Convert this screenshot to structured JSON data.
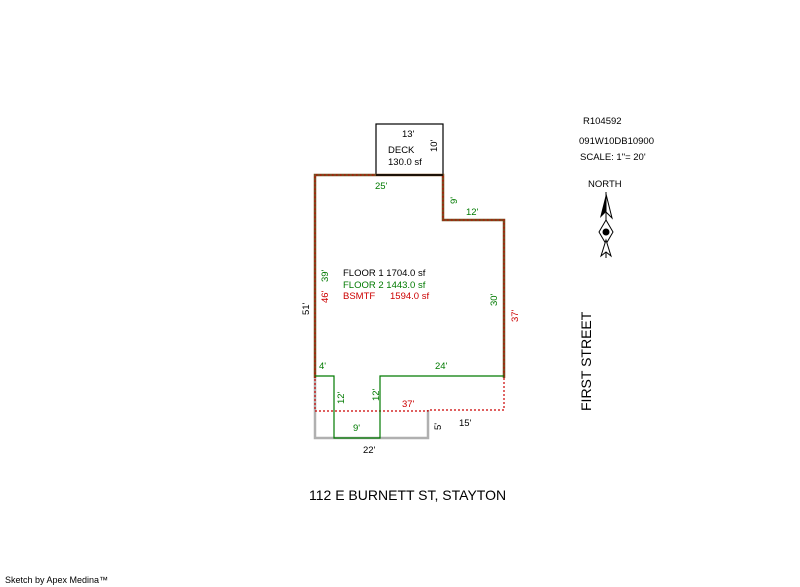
{
  "colors": {
    "floor1": "#000000",
    "floor2": "#007a00",
    "basement": "#cc0000",
    "outline_brown": "#7a4a1e",
    "gray": "#b0b0b0"
  },
  "info": {
    "parcel_id": "R104592",
    "map_code": "091W10DB10900",
    "scale": "SCALE: 1\"= 20'"
  },
  "north": {
    "label": "NORTH"
  },
  "street": {
    "label": "FIRST STREET"
  },
  "deck": {
    "name": "DECK",
    "area": "130.0 sf",
    "width": "13'",
    "depth": "10'"
  },
  "areas": {
    "floor1": "FLOOR 1 1704.0 sf",
    "floor2": "FLOOR 2 1443.0 sf",
    "bsmt_label": "BSMTF",
    "bsmt_area": "1594.0 sf"
  },
  "dims": {
    "top": "25'",
    "notch_v": "9'",
    "notch_h": "12'",
    "left_total": "51'",
    "left_green": "39'",
    "left_red": "46'",
    "right_green": "30'",
    "right_red": "37'",
    "green_4": "4'",
    "green_24": "24'",
    "green_12a": "12'",
    "green_12b": "12'",
    "green_9": "9'",
    "red_37": "37'",
    "five": "5'",
    "fifteen": "15'",
    "bottom_22": "22'"
  },
  "address": "112 E BURNETT ST, STAYTON",
  "credit": "Sketch by Apex Medina™"
}
